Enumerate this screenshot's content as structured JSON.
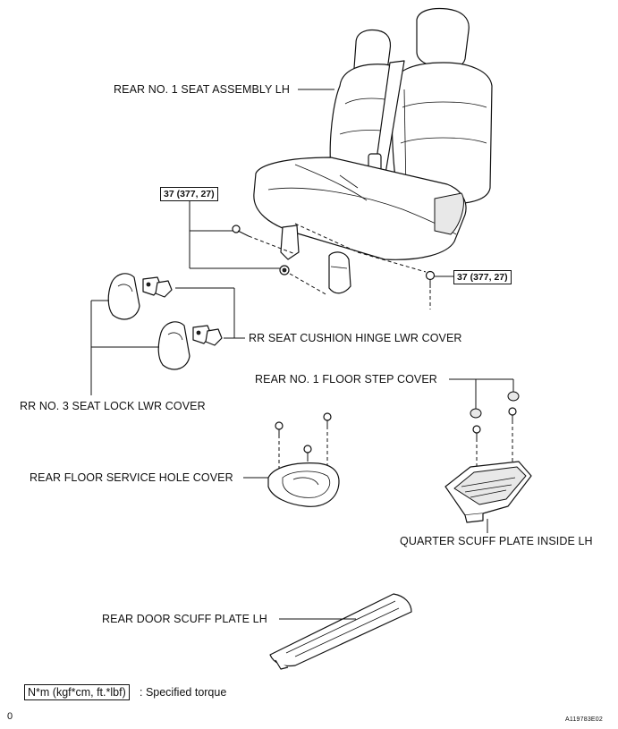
{
  "labels": {
    "seat_assembly": "REAR NO. 1 SEAT ASSEMBLY LH",
    "hinge_cover": "RR SEAT CUSHION HINGE LWR COVER",
    "seat_lock_cover": "RR NO. 3 SEAT LOCK LWR COVER",
    "floor_step_cover": "REAR NO. 1 FLOOR STEP COVER",
    "service_hole_cover": "REAR FLOOR SERVICE HOLE COVER",
    "quarter_scuff": "QUARTER SCUFF PLATE INSIDE LH",
    "door_scuff": "REAR DOOR SCUFF PLATE LH"
  },
  "torque": {
    "left": "37 (377, 27)",
    "right": "37 (377, 27)"
  },
  "legend": {
    "unit_box": "N*m (kgf*cm, ft.*lbf)",
    "description": ": Specified torque"
  },
  "footer": {
    "page": "0",
    "figure_id": "A119783E02"
  }
}
